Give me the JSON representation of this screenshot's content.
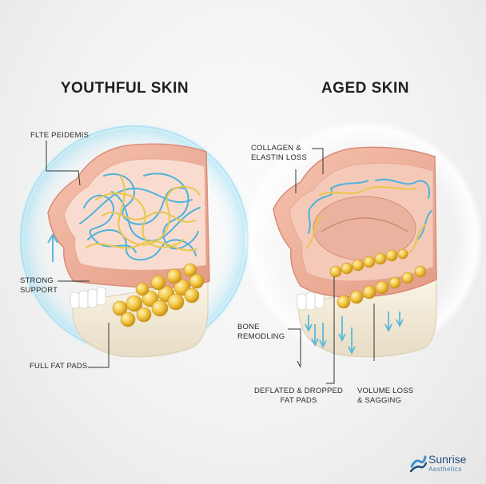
{
  "panels": {
    "left": {
      "title": "YOUTHFUL SKIN",
      "labels": {
        "epidermis": "FLTE PEIDEMIS",
        "support": "STRONG\nSUPPORT",
        "fat_pads": "FULL FAT PADS"
      }
    },
    "right": {
      "title": "AGED SKIN",
      "labels": {
        "collagen": "COLLAGEN &\nELASTIN LOSS",
        "bone": "BONE\nREMODLING",
        "deflated": "DEFLATED & DROPPED\nFAT PADS",
        "volume": "VOLUME LOSS\n& SAGGING"
      }
    }
  },
  "brand": {
    "name": "Sunrise",
    "sub": "Aesthetics"
  },
  "colors": {
    "skin": "#f0b9a4",
    "skin_dark": "#d98b77",
    "dermis": "#f7d6c8",
    "collagen_blue": "#4fb3d9",
    "elastin_yellow": "#e9c64a",
    "fat": "#f0c040",
    "bone": "#f3ead8",
    "glow": "#7fd3ef",
    "arrow": "#5bb8dc"
  }
}
